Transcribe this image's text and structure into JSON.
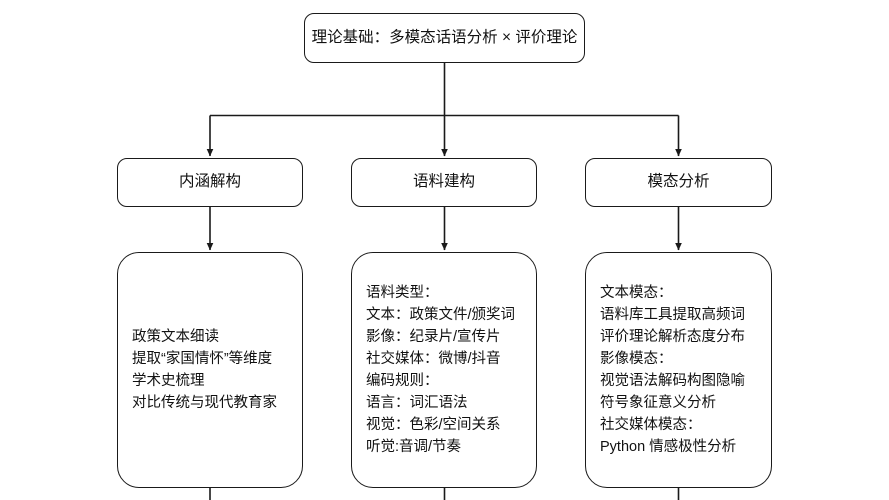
{
  "diagram": {
    "title_node": {
      "label": "理论基础：多模态话语分析 × 评价理论"
    },
    "branches": [
      {
        "label": "内涵解构",
        "detail_lines": [
          "政策文本细读",
          "提取“家国情怀”等维度",
          "学术史梳理",
          "对比传统与现代教育家"
        ]
      },
      {
        "label": "语料建构",
        "detail_lines": [
          "语料类型：",
          "文本：政策文件/颁奖词",
          "影像：纪录片/宣传片",
          "社交媒体：微博/抖音",
          "编码规则：",
          "语言：词汇语法",
          "视觉：色彩/空间关系",
          "听觉:音调/节奏"
        ]
      },
      {
        "label": "模态分析",
        "detail_lines": [
          "文本模态：",
          "语料库工具提取高频词",
          "评价理论解析态度分布",
          "影像模态：",
          "视觉语法解码构图隐喻",
          "符号象征意义分析",
          "社交媒体模态：",
          "Python 情感极性分析"
        ]
      }
    ],
    "colors": {
      "background": "#ffffff",
      "node_border": "#1a1a1a",
      "edge": "#1a1a1a",
      "text": "#111111"
    }
  }
}
